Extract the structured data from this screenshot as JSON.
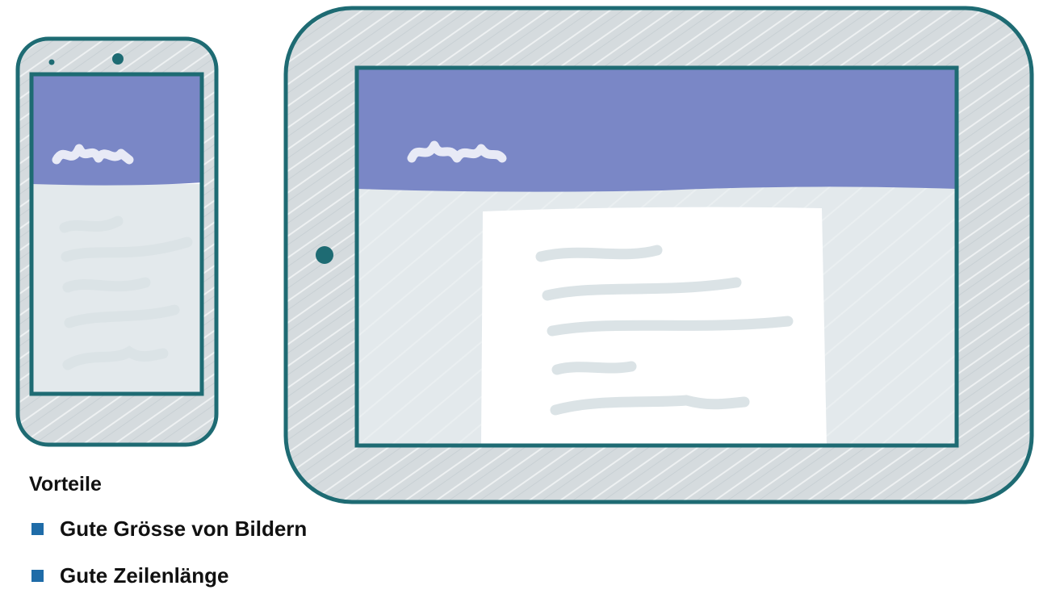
{
  "caption": {
    "title": "Vorteile",
    "items": [
      {
        "label": "Gute Grösse von Bildern"
      },
      {
        "label": "Gute Zeilenlänge"
      }
    ]
  },
  "colors": {
    "outline": "#1e6b73",
    "device_body": "#d5dbde",
    "header": "#7a87c6",
    "screen_bg": "#e3e9ec",
    "card": "#ffffff",
    "scribble_lines": "#dbe3e6",
    "bullet": "#1f6ca8",
    "text": "#111111"
  }
}
